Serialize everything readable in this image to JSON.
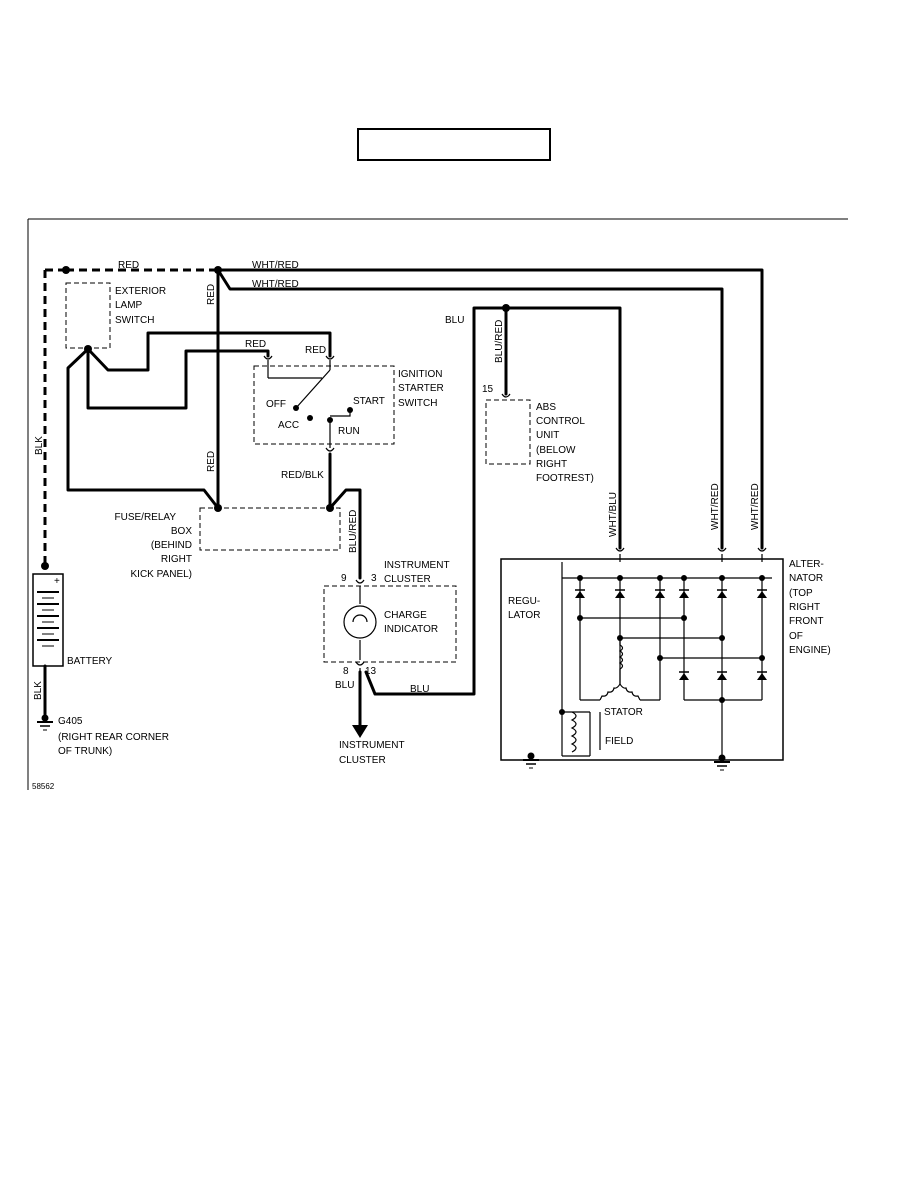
{
  "title_box_text": "",
  "wires": {
    "red_top": "RED",
    "red_vertical_top": "RED",
    "red_vertical_bottom": "RED",
    "red_ignition_left": "RED",
    "red_ignition_right": "RED",
    "wht_red_1": "WHT/RED",
    "wht_red_2": "WHT/RED",
    "blk_upper": "BLK",
    "blk_lower": "BLK",
    "blu_top": "BLU",
    "blu_red_vertical": "BLU/RED",
    "blu_red_fuse": "BLU/RED",
    "red_blk": "RED/BLK",
    "blu_cluster": "BLU",
    "blu_bottom": "BLU",
    "wht_blu": "WHT/BLU",
    "wht_red_alt_1": "WHT/RED",
    "wht_red_alt_2": "WHT/RED"
  },
  "components": {
    "exterior_lamp_switch": [
      "EXTERIOR",
      "LAMP",
      "SWITCH"
    ],
    "ignition_switch": [
      "IGNITION",
      "STARTER",
      "SWITCH"
    ],
    "ign_positions": {
      "off": "OFF",
      "acc": "ACC",
      "start": "START",
      "run": "RUN"
    },
    "abs_unit": [
      "ABS",
      "CONTROL",
      "UNIT",
      "(BELOW",
      "RIGHT",
      "FOOTREST)"
    ],
    "abs_pin": "15",
    "fuse_box": [
      "FUSE/RELAY",
      "BOX",
      "(BEHIND",
      "RIGHT",
      "KICK PANEL)"
    ],
    "cluster": [
      "INSTRUMENT",
      "CLUSTER"
    ],
    "cluster_pins": {
      "p9": "9",
      "p3": "3",
      "p8": "8",
      "p13": "13"
    },
    "charge_indicator": [
      "CHARGE",
      "INDICATOR"
    ],
    "battery": "BATTERY",
    "battery_plus": "+",
    "ground": [
      "G405",
      "(RIGHT REAR CORNER",
      "OF TRUNK)"
    ],
    "instrument_cluster_bottom": [
      "INSTRUMENT",
      "CLUSTER"
    ],
    "alternator": [
      "ALTER-",
      "NATOR",
      "(TOP",
      "RIGHT",
      "FRONT",
      "OF",
      "ENGINE)"
    ],
    "regulator": [
      "REGU-",
      "LATOR"
    ],
    "stator": "STATOR",
    "field": "FIELD"
  },
  "figure_number": "58562"
}
